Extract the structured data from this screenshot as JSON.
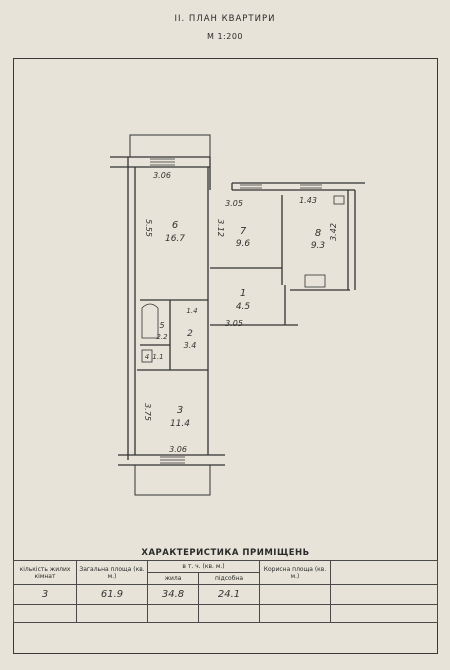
{
  "header": {
    "section_title": "II. ПЛАН КВАРТИРИ",
    "scale": "М 1:200"
  },
  "plan": {
    "rooms": [
      {
        "number": "6",
        "area": "16.7"
      },
      {
        "number": "7",
        "area": "9.6"
      },
      {
        "number": "8",
        "area": "9.3"
      },
      {
        "number": "1",
        "area": "4.5"
      },
      {
        "number": "5",
        "area": "2.2"
      },
      {
        "number": "2",
        "area": "3.4"
      },
      {
        "number": "4",
        "area": "1.1"
      },
      {
        "number": "3",
        "area": "11.4"
      }
    ],
    "dimensions": [
      {
        "value": "3.06",
        "orient": "h"
      },
      {
        "value": "3.05",
        "orient": "h"
      },
      {
        "value": "1.43",
        "orient": "h"
      },
      {
        "value": "3.05",
        "orient": "h"
      },
      {
        "value": "3.06",
        "orient": "h"
      },
      {
        "value": "1.4",
        "orient": "h"
      },
      {
        "value": "5.55",
        "orient": "v"
      },
      {
        "value": "3.12",
        "orient": "v"
      },
      {
        "value": "3.42",
        "orient": "v"
      },
      {
        "value": "3.75",
        "orient": "v"
      }
    ]
  },
  "characteristics": {
    "title": "ХАРАКТЕРИСТИКА ПРИМІЩЕНЬ",
    "headers": {
      "rooms": "кількість жилих кімнат",
      "total": "Загальна площа (кв. м.)",
      "incl": "в т. ч. (кв. м.)",
      "living": "жила",
      "aux": "підсобна",
      "useful": "Корисна площа (кв. м.)"
    },
    "values": {
      "rooms": "3",
      "total": "61.9",
      "living": "34.8",
      "aux": "24.1",
      "useful": ""
    }
  }
}
